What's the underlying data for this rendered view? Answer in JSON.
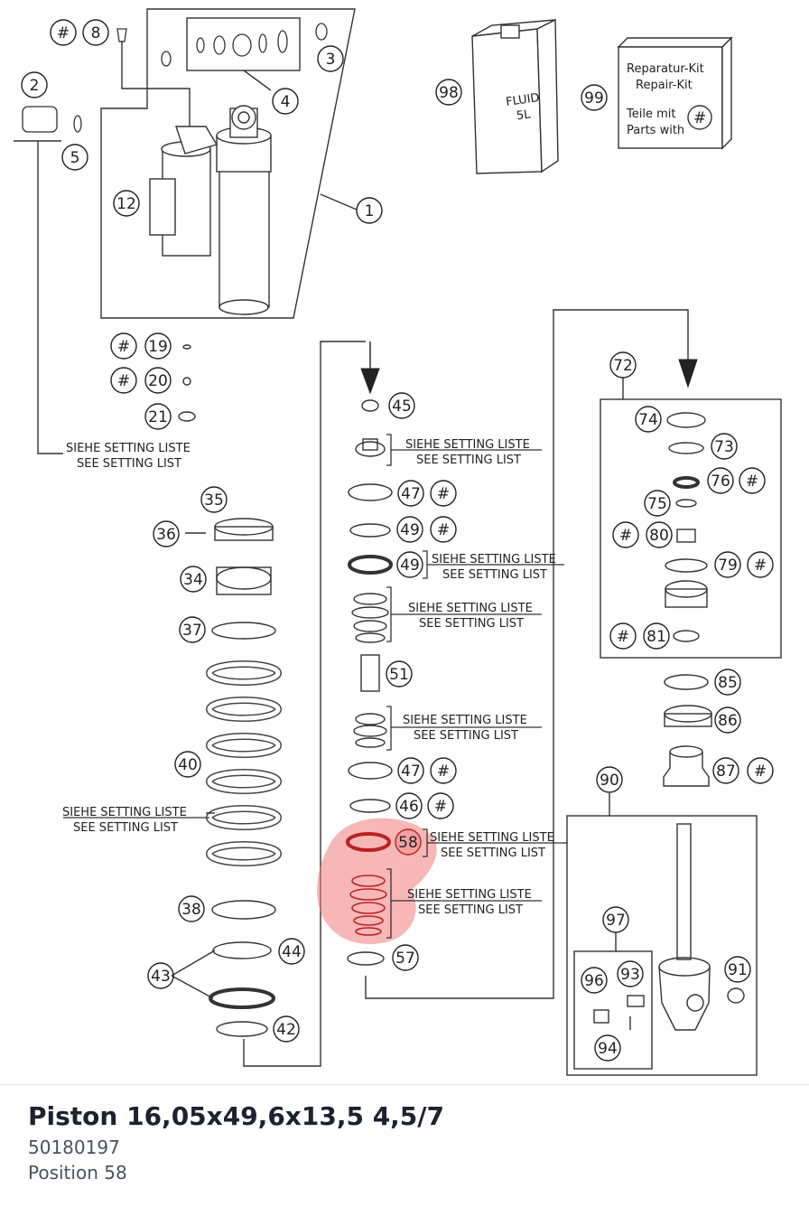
{
  "part": {
    "name": "Piston 16,05x49,6x13,5 4,5/7",
    "number": "50180197",
    "position_label": "Position 58"
  },
  "diagram": {
    "highlight_color": "#f07c7c",
    "labels": [
      "#",
      "8",
      "2",
      "4",
      "3",
      "5",
      "12",
      "1",
      "98",
      "99",
      "#",
      "19",
      "#",
      "20",
      "21",
      "45",
      "47",
      "#",
      "49",
      "#",
      "49",
      "51",
      "47",
      "#",
      "46",
      "#",
      "58",
      "57",
      "35",
      "36",
      "34",
      "37",
      "40",
      "38",
      "44",
      "43",
      "42",
      "72",
      "74",
      "73",
      "76",
      "#",
      "75",
      "#",
      "80",
      "79",
      "#",
      "#",
      "81",
      "85",
      "86",
      "87",
      "#",
      "90",
      "97",
      "96",
      "93",
      "94",
      "91"
    ],
    "setting_list_de": "SIEHE SETTING LISTE",
    "setting_list_en": "SEE SETTING LIST",
    "fluid_can": {
      "line1": "FLUID",
      "line2": "5L"
    },
    "repair_kit": {
      "line1": "Reparatur-Kit",
      "line2": "Repair-Kit",
      "line3": "Teile mit",
      "line4": "Parts with",
      "symbol": "#"
    }
  }
}
